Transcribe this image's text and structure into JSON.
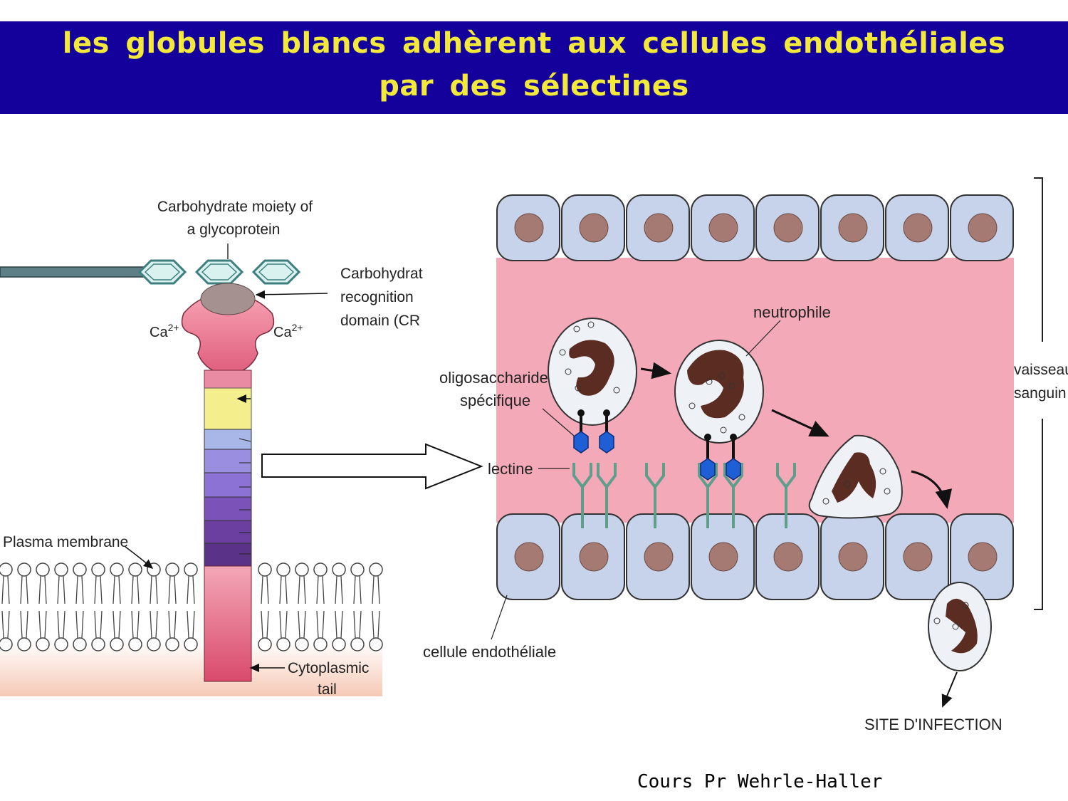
{
  "title": {
    "line1": "les globules blancs adhèrent aux cellules endothéliales",
    "line2": "par des sélectines"
  },
  "left_panel": {
    "carb_moiety_line1": "Carbohydrate moiety of",
    "carb_moiety_line2": "a glycoprotein",
    "crd_line1": "Carbohydrat",
    "crd_line2": "recognition",
    "crd_line3": "domain (CR",
    "ca_label": "Ca",
    "ca_sup": "2+",
    "plasma_membrane": "Plasma membrane",
    "cyto_line1": "Cytoplasmic",
    "cyto_line2": "tail"
  },
  "right_panel": {
    "neutrophile": "neutrophile",
    "oligo_line1": "oligosaccharide",
    "oligo_line2": "spécifique",
    "lectine": "lectine",
    "vaisseau_line1": "vaisseau",
    "vaisseau_line2": "sanguin",
    "cellule_endo": "cellule endothéliale",
    "site_infection": "SITE D'INFECTION"
  },
  "credit": "Cours Pr Wehrle-Haller",
  "colors": {
    "banner": "#14009b",
    "title_text": "#f2e93a",
    "vessel_lumen": "#f4a9b8",
    "endothelial_cell": "#c7d3ea",
    "nucleus": "#a57a72",
    "oligosaccharide": "#1f5fd6",
    "lectin": "#5e9e8a",
    "selectin_head": "#e0607e"
  }
}
